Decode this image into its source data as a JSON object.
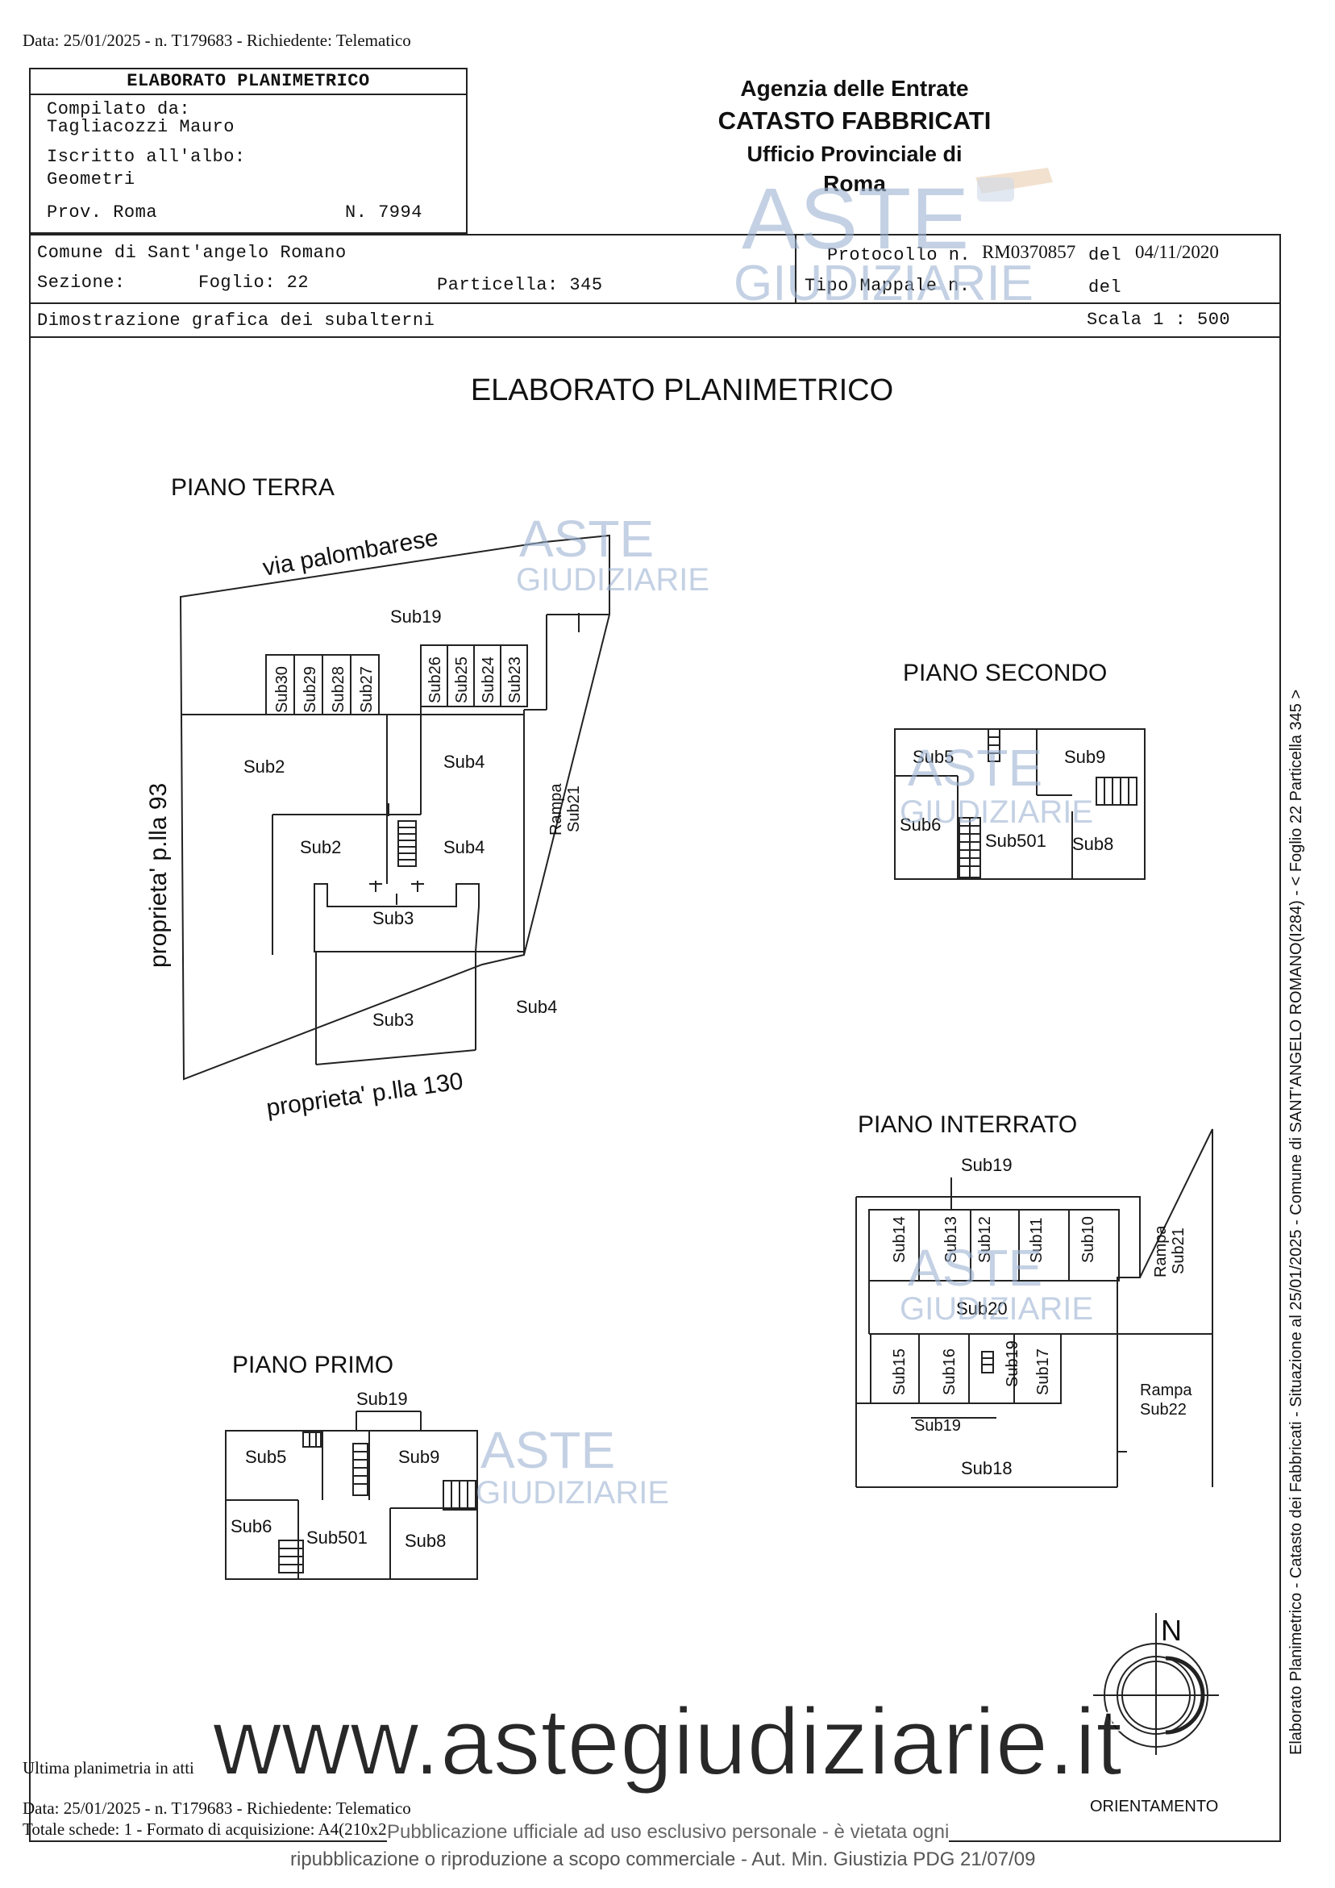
{
  "top_meta": "Data: 25/01/2025 - n. T179683 - Richiedente: Telematico",
  "header": {
    "doc_title": "ELABORATO PLANIMETRICO",
    "compiled_label": "Compilato da:",
    "compiler": "Tagliacozzi Mauro",
    "register_label": "Iscritto all'albo:",
    "register_value": "Geometri",
    "prov": "Prov. Roma",
    "number": "N. 7994",
    "agency": [
      "Agenzia delle Entrate",
      "CATASTO FABBRICATI",
      "Ufficio Provinciale di",
      "Roma"
    ],
    "comune": "Comune di Sant'angelo Romano",
    "sezione": "Sezione:",
    "foglio": "Foglio: 22",
    "particella": "Particella: 345",
    "protocollo_label": "Protocollo n.",
    "protocollo_value": "RM0370857",
    "del_label": "del",
    "protocollo_date": "04/11/2020",
    "tipo_mappale": "Tipo Mappale n.",
    "del2": "del",
    "dimostrazione": "Dimostrazione grafica dei subalterni",
    "scala": "Scala 1 : 500"
  },
  "plan": {
    "main_title": "ELABORATO PLANIMETRICO",
    "floors": {
      "terra": "PIANO TERRA",
      "secondo": "PIANO SECONDO",
      "interrato": "PIANO INTERRATO",
      "primo": "PIANO PRIMO"
    },
    "terra": {
      "street": "via palombarese",
      "left_owner": "proprieta' p.lla 93",
      "bottom_owner": "proprieta' p.lla 130",
      "sub19": "Sub19",
      "garages_left": [
        "Sub30",
        "Sub29",
        "Sub28",
        "Sub27"
      ],
      "garages_right": [
        "Sub26",
        "Sub25",
        "Sub24",
        "Sub23"
      ],
      "sub2": "Sub2",
      "sub4": "Sub4",
      "sub3": "Sub3",
      "rampa": "Rampa",
      "sub21": "Sub21"
    },
    "secondo": {
      "sub5": "Sub5",
      "sub9": "Sub9",
      "sub6": "Sub6",
      "sub501": "Sub501",
      "sub8": "Sub8"
    },
    "primo": {
      "sub19": "Sub19",
      "sub5": "Sub5",
      "sub9": "Sub9",
      "sub6": "Sub6",
      "sub501": "Sub501",
      "sub8": "Sub8"
    },
    "interrato": {
      "sub19": "Sub19",
      "boxes_top": [
        "Sub14",
        "Sub13",
        "Sub12",
        "Sub11",
        "Sub10"
      ],
      "rampa": "Rampa",
      "sub21": "Sub21",
      "sub20": "Sub20",
      "boxes_bottom": [
        "Sub15",
        "Sub16",
        "Sub19",
        "Sub17"
      ],
      "rampa2": "Rampa",
      "sub22": "Sub22",
      "sub18": "Sub18"
    },
    "north": "N",
    "orientamento": "ORIENTAMENTO"
  },
  "watermark": {
    "brand_top": "ASTE",
    "brand_bottom": "GIUDIZIARIE",
    "url": "www.astegiudiziarie.it"
  },
  "side_text": "Elaborato Planimetrico - Catasto dei Fabbricati - Situazione al 25/01/2025 - Comune di SANT'ANGELO ROMANO(I284) - < Foglio 22 Particella 345 >",
  "footer": {
    "ultima": "Ultima planimetria in atti",
    "meta": "Data: 25/01/2025 - n. T179683 - Richiedente: Telematico",
    "schede": "Totale schede: 1 - Formato di acquisizione: A4(210x297) - Formato stampa richiesto: A4(210x297)",
    "pub1": "Pubblicazione ufficiale ad uso esclusivo personale - è vietata ogni",
    "pub2": "ripubblicazione o riproduzione a scopo commerciale - Aut. Min. Giustizia PDG 21/07/09"
  }
}
